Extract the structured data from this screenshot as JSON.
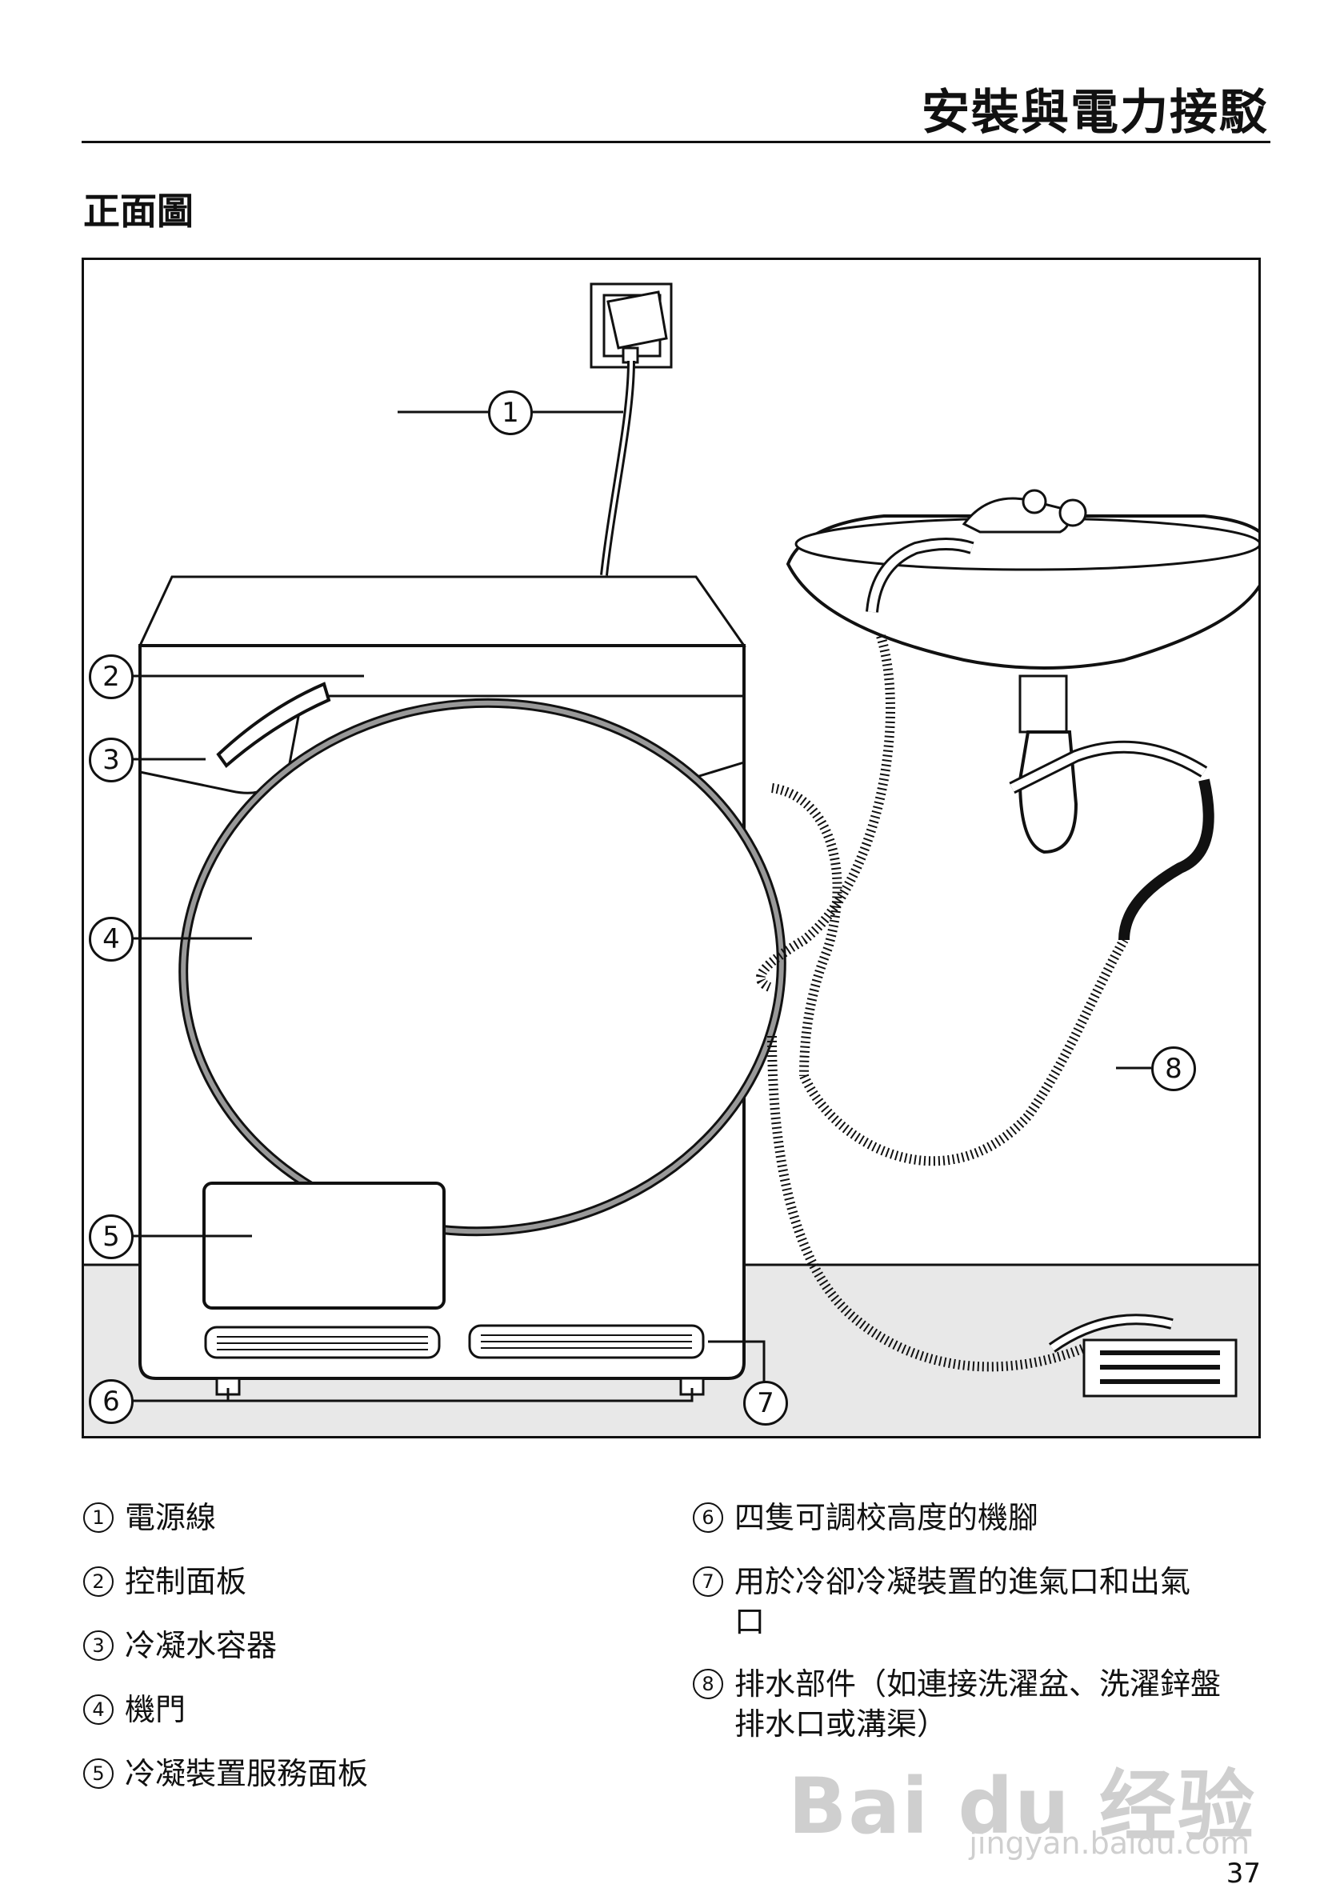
{
  "header": {
    "title": "安裝與電力接駁"
  },
  "section": {
    "title": "正面圖"
  },
  "figure": {
    "callouts": [
      "1",
      "2",
      "3",
      "4",
      "5",
      "6",
      "7",
      "8"
    ]
  },
  "legend": {
    "left": [
      {
        "num": "1",
        "text": "電源線"
      },
      {
        "num": "2",
        "text": "控制面板"
      },
      {
        "num": "3",
        "text": "冷凝水容器"
      },
      {
        "num": "4",
        "text": "機門"
      },
      {
        "num": "5",
        "text": "冷凝裝置服務面板"
      }
    ],
    "right": [
      {
        "num": "6",
        "text": "四隻可調校高度的機腳"
      },
      {
        "num": "7",
        "text": "用於冷卻冷凝裝置的進氣口和出氣\n口"
      },
      {
        "num": "8",
        "text": "排水部件（如連接洗濯盆、洗濯鋅盤\n排水口或溝渠）"
      }
    ]
  },
  "watermark": {
    "brand": "Bai du 经验",
    "url": "jingyan.baidu.com"
  },
  "page": {
    "number": "37"
  }
}
